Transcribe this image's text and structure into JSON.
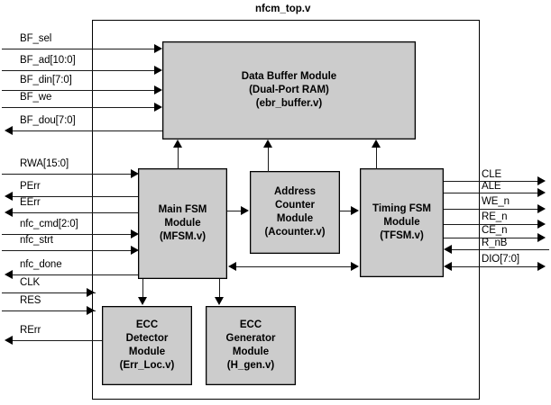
{
  "diagram": {
    "title": "nfcm_top.v",
    "blocks": [
      {
        "id": "data_buffer",
        "lines": [
          "Data Buffer Module",
          "(Dual-Port RAM)",
          "(ebr_buffer.v)"
        ]
      },
      {
        "id": "main_fsm",
        "lines": [
          "Main FSM",
          "Module",
          "(MFSM.v)"
        ]
      },
      {
        "id": "address_counter",
        "lines": [
          "Address",
          "Counter",
          "Module",
          "(Acounter.v)"
        ]
      },
      {
        "id": "timing_fsm",
        "lines": [
          "Timing FSM",
          "Module",
          "(TFSM.v)"
        ]
      },
      {
        "id": "ecc_detector",
        "lines": [
          "ECC",
          "Detector",
          "Module",
          "(Err_Loc.v)"
        ]
      },
      {
        "id": "ecc_generator",
        "lines": [
          "ECC",
          "Generator",
          "Module",
          "(H_gen.v)"
        ]
      }
    ],
    "left_signals": [
      {
        "name": "BF_sel",
        "dir": "in"
      },
      {
        "name": "BF_ad[10:0]",
        "dir": "in"
      },
      {
        "name": "BF_din[7:0]",
        "dir": "in"
      },
      {
        "name": "BF_we",
        "dir": "in"
      },
      {
        "name": "BF_dou[7:0]",
        "dir": "out"
      },
      {
        "name": "RWA[15:0]",
        "dir": "in"
      },
      {
        "name": "PErr",
        "dir": "out"
      },
      {
        "name": "EErr",
        "dir": "out"
      },
      {
        "name": "nfc_cmd[2:0]",
        "dir": "in"
      },
      {
        "name": "nfc_strt",
        "dir": "in"
      },
      {
        "name": "nfc_done",
        "dir": "out"
      },
      {
        "name": "CLK",
        "dir": "in"
      },
      {
        "name": "RES",
        "dir": "in"
      },
      {
        "name": "RErr",
        "dir": "out"
      }
    ],
    "right_signals": [
      {
        "name": "CLE",
        "dir": "out"
      },
      {
        "name": "ALE",
        "dir": "out"
      },
      {
        "name": "WE_n",
        "dir": "out"
      },
      {
        "name": "RE_n",
        "dir": "out"
      },
      {
        "name": "CE_n",
        "dir": "out"
      },
      {
        "name": "R_nB",
        "dir": "in"
      },
      {
        "name": "DIO[7:0]",
        "dir": "bidir"
      }
    ],
    "colors": {
      "block_fill": "#cccccc",
      "line": "#000000",
      "background": "#ffffff"
    }
  }
}
